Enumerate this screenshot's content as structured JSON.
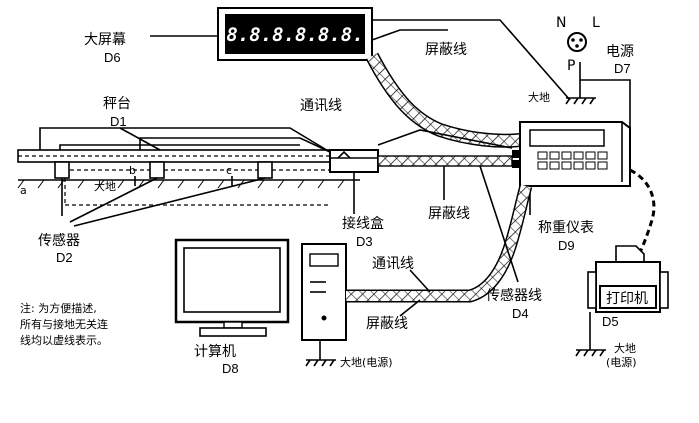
{
  "display": {
    "readout": "8.8.8.8.8.8.",
    "name": "大屏幕",
    "code": "D6"
  },
  "power": {
    "n": "N",
    "l": "L",
    "p": "P",
    "name": "电源",
    "code": "D7"
  },
  "labels": {
    "shield_top": "屏蔽线",
    "comm_top": "通讯线",
    "earth_power_top": "大地",
    "scale_name": "秤台",
    "scale_code": "D1",
    "point_a": "a",
    "point_b": "b",
    "point_c": "c",
    "earth_scale": "大地",
    "sensor_name": "传感器",
    "sensor_code": "D2",
    "junction_name": "接线盒",
    "junction_code": "D3",
    "shield_mid": "屏蔽线",
    "indicator_name": "称重仪表",
    "indicator_code": "D9",
    "comm_bottom": "通讯线",
    "sensor_line_name": "传感器线",
    "sensor_line_code": "D4",
    "shield_bottom": "屏蔽线",
    "computer_name": "计算机",
    "computer_code": "D8",
    "earth_computer": "大地(电源)",
    "printer_name": "打印机",
    "printer_code": "D5",
    "earth_printer_1": "大地",
    "earth_printer_2": "(电源)"
  },
  "note": {
    "line1": "注: 为方便描述,",
    "line2": "所有与接地无关连",
    "line3": "线均以虚线表示。"
  }
}
